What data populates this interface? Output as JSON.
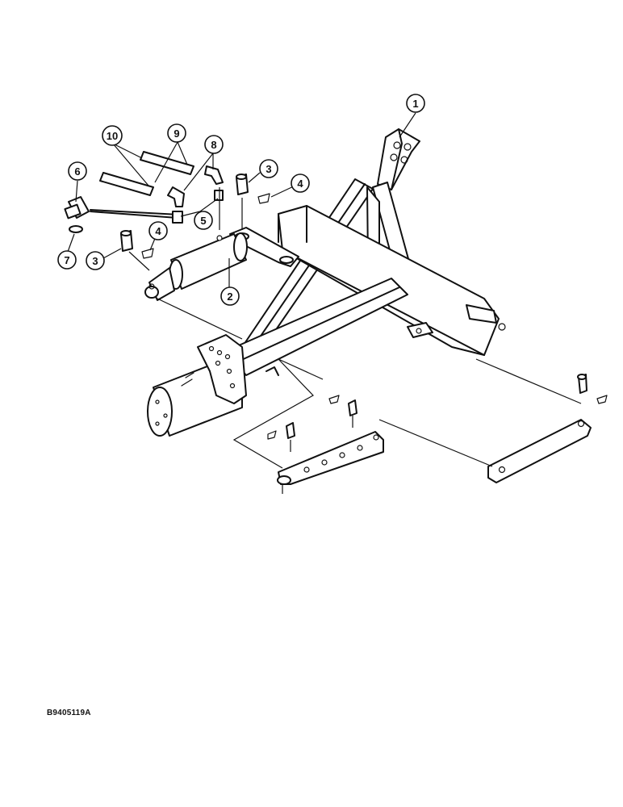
{
  "figure": {
    "reference_code": "B9405119A",
    "callouts": [
      {
        "id": "callout-1",
        "label": "1"
      },
      {
        "id": "callout-2",
        "label": "2"
      },
      {
        "id": "callout-3a",
        "label": "3"
      },
      {
        "id": "callout-3b",
        "label": "3"
      },
      {
        "id": "callout-4a",
        "label": "4"
      },
      {
        "id": "callout-4b",
        "label": "4"
      },
      {
        "id": "callout-5",
        "label": "5"
      },
      {
        "id": "callout-6",
        "label": "6"
      },
      {
        "id": "callout-7",
        "label": "7"
      },
      {
        "id": "callout-8",
        "label": "8"
      },
      {
        "id": "callout-9",
        "label": "9"
      },
      {
        "id": "callout-10",
        "label": "10"
      }
    ]
  }
}
